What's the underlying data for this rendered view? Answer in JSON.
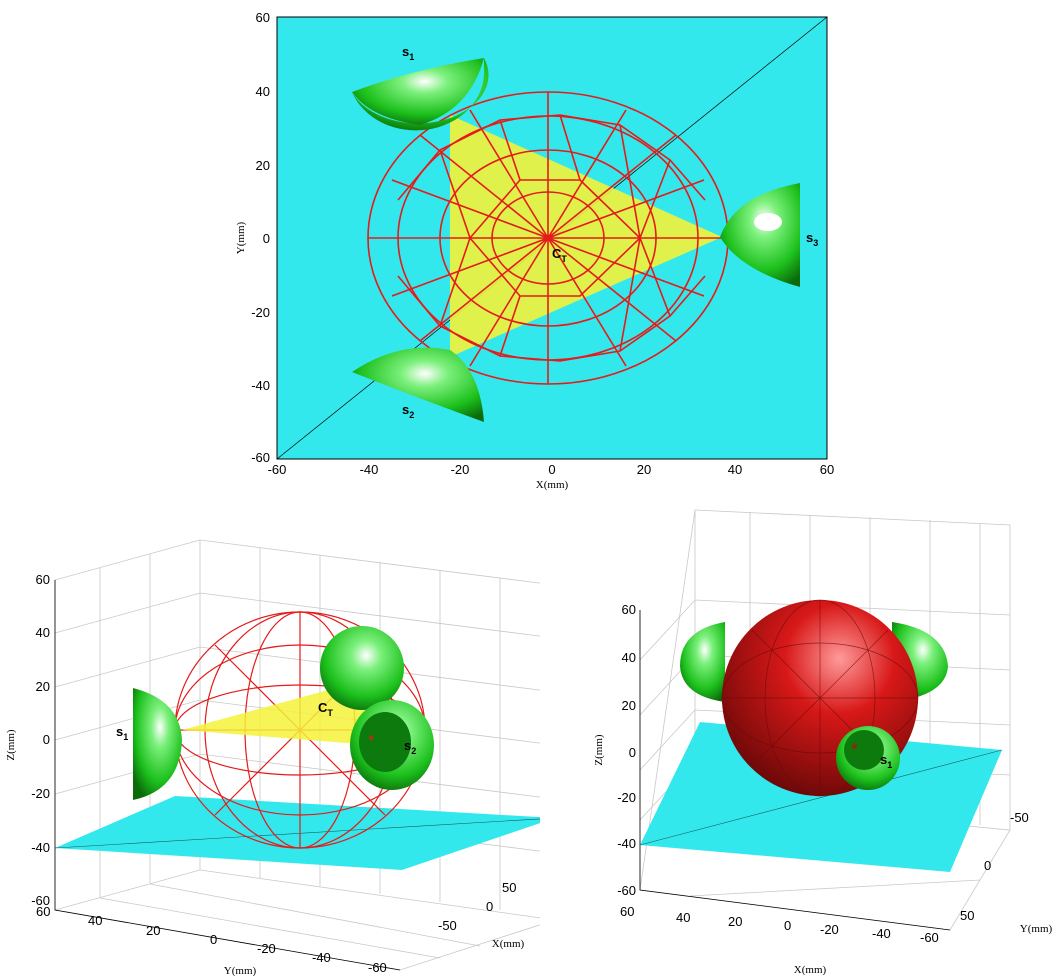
{
  "top_view": {
    "xlabel": "X(mm)",
    "ylabel": "Y(mm)",
    "xticks": [
      "-60",
      "-40",
      "-20",
      "0",
      "20",
      "40",
      "60"
    ],
    "yticks": [
      "60",
      "40",
      "20",
      "0",
      "-20",
      "-40",
      "-60"
    ],
    "xlim": [
      -60,
      60
    ],
    "ylim": [
      -60,
      60
    ],
    "sensors": [
      {
        "label": "s",
        "sub": "1"
      },
      {
        "label": "s",
        "sub": "2"
      },
      {
        "label": "s",
        "sub": "3"
      }
    ],
    "centroid": {
      "label": "C",
      "sub": "T"
    },
    "colors": {
      "plane": "#33e8ec",
      "mesh": "#e31b1b",
      "triangle": "#f4f23a",
      "sensor": "#1fc81f"
    }
  },
  "left_view": {
    "zlabel": "Z(mm)",
    "ylabel": "Y(mm)",
    "xlabel": "X(mm)",
    "zticks": [
      "60",
      "40",
      "20",
      "0",
      "-20",
      "-40",
      "-60"
    ],
    "yticks": [
      "60",
      "40",
      "20",
      "0",
      "-20",
      "-40",
      "-60"
    ],
    "xticks": [
      "50",
      "0",
      "-50"
    ],
    "sensors": [
      {
        "label": "s",
        "sub": "1"
      },
      {
        "label": "s",
        "sub": "2"
      }
    ],
    "centroid": {
      "label": "C",
      "sub": "T"
    }
  },
  "right_view": {
    "zlabel": "Z(mm)",
    "xlabel": "X(mm)",
    "ylabel": "Y(mm)",
    "zticks": [
      "60",
      "40",
      "20",
      "0",
      "-20",
      "-40",
      "-60"
    ],
    "xticks": [
      "60",
      "40",
      "20",
      "0",
      "-20",
      "-40",
      "-60"
    ],
    "yticks": [
      "-50",
      "0",
      "50"
    ],
    "sensors": [
      {
        "label": "s",
        "sub": "1"
      }
    ]
  }
}
